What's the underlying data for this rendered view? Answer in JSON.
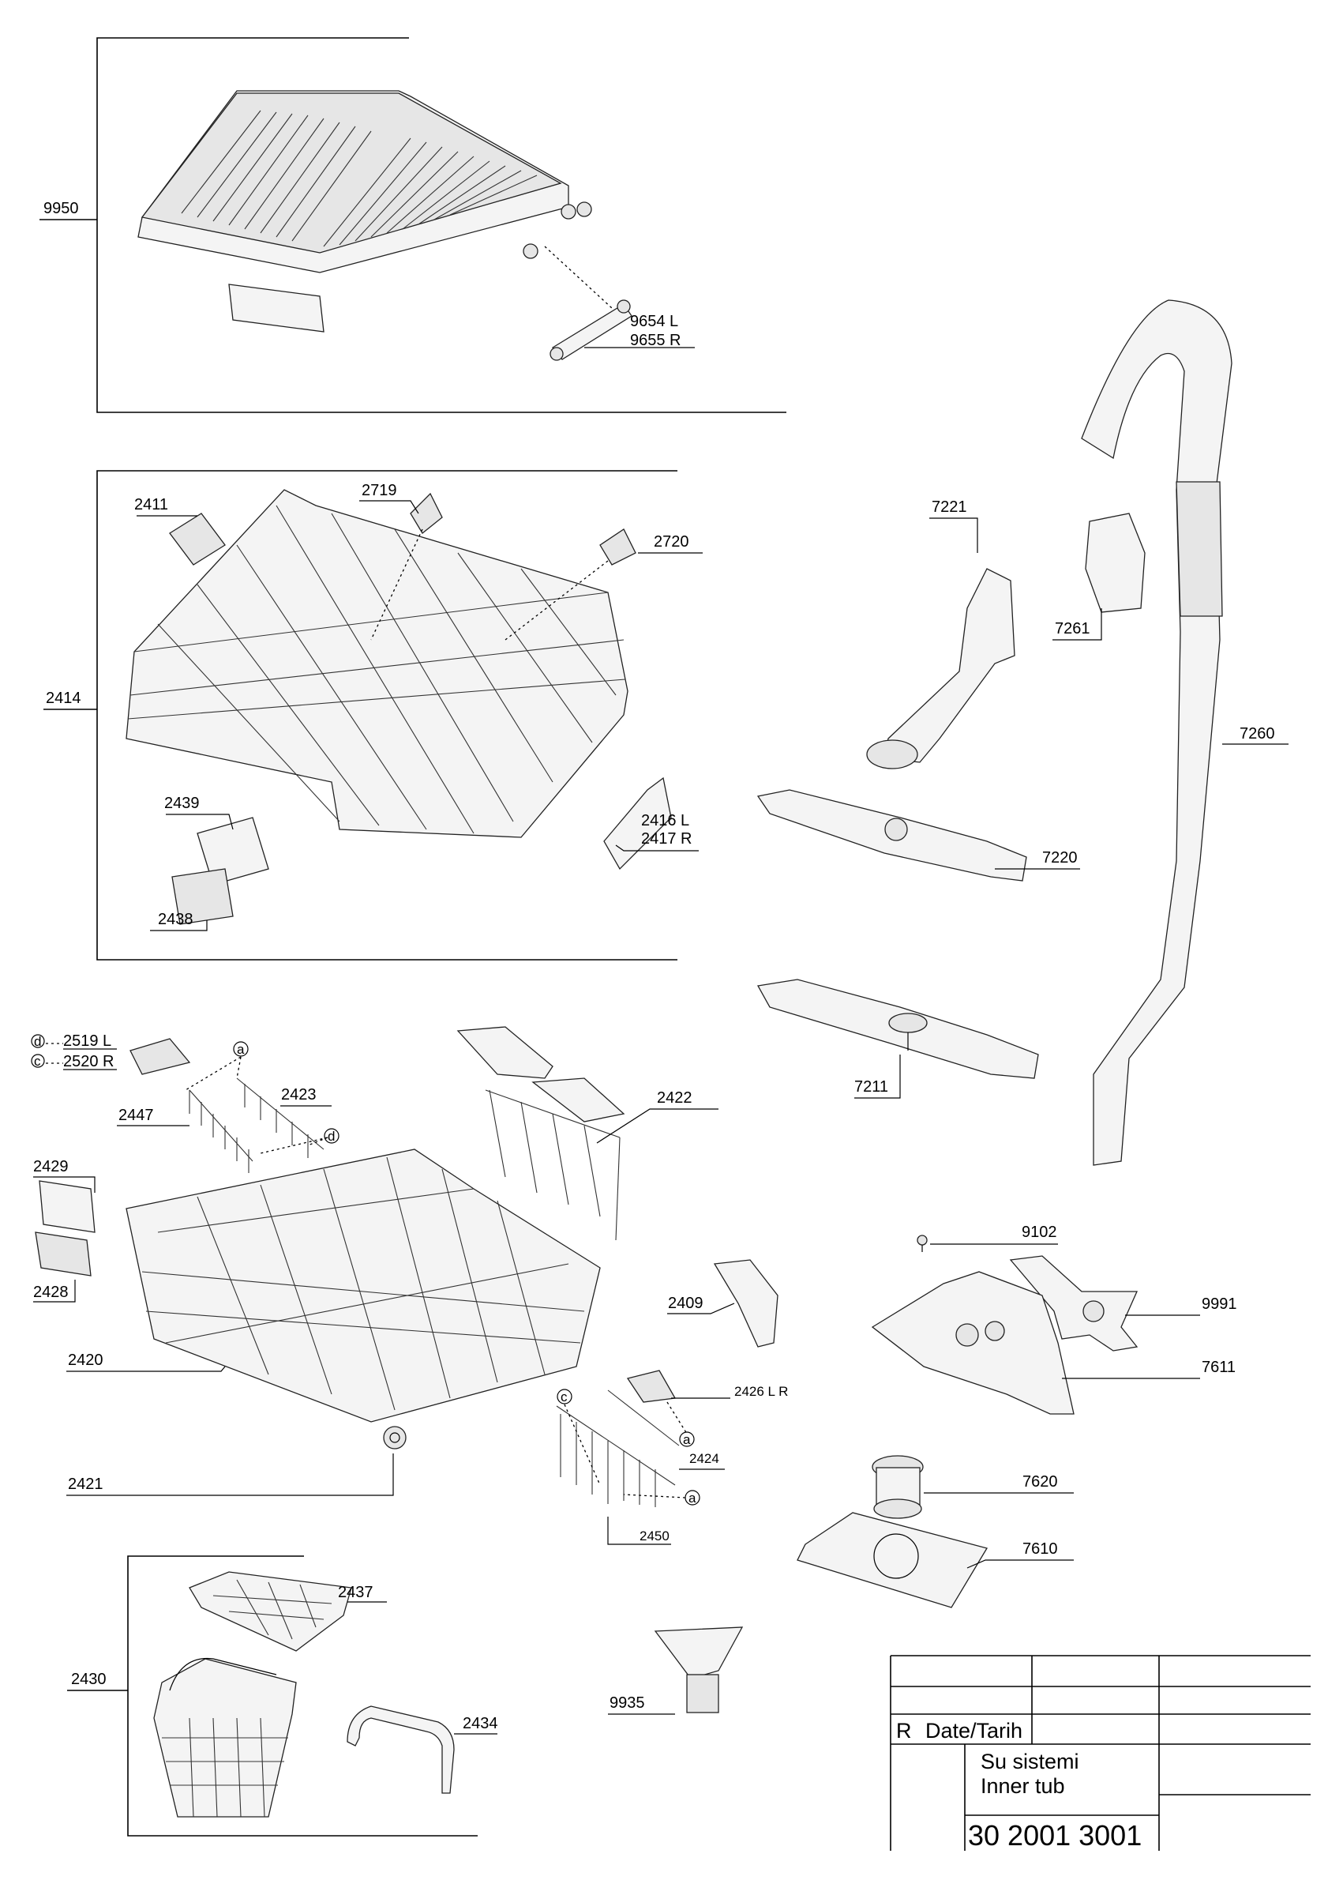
{
  "labels": {
    "p9950": "9950",
    "p9654": "9654 L",
    "p9655": "9655 R",
    "p2411": "2411",
    "p2719": "2719",
    "p2720": "2720",
    "p2414": "2414",
    "p2439": "2439",
    "p2438": "2438",
    "p2416": "2416 L",
    "p2417": "2417 R",
    "p7221": "7221",
    "p7261": "7261",
    "p7260": "7260",
    "p7220": "7220",
    "p7211": "7211",
    "p2519": "2519 L",
    "p2520": "2520 R",
    "p2423": "2423",
    "p2447": "2447",
    "p2422": "2422",
    "p2429": "2429",
    "p2428": "2428",
    "p2409": "2409",
    "p2420": "2420",
    "p2426": "2426 L R",
    "p2424": "2424",
    "p2421": "2421",
    "p2450": "2450",
    "p9102": "9102",
    "p9991": "9991",
    "p7611": "7611",
    "p7620": "7620",
    "p7610": "7610",
    "p2437": "2437",
    "p2430": "2430",
    "p2434": "2434",
    "p9935": "9935"
  },
  "callouts": {
    "a": "a",
    "c": "c",
    "d": "d"
  },
  "title_block": {
    "revision": "R",
    "date_label": "Date/Tarih",
    "title_tr": "Su sistemi",
    "title_en": "Inner tub",
    "part_number": "30 2001 3001"
  }
}
